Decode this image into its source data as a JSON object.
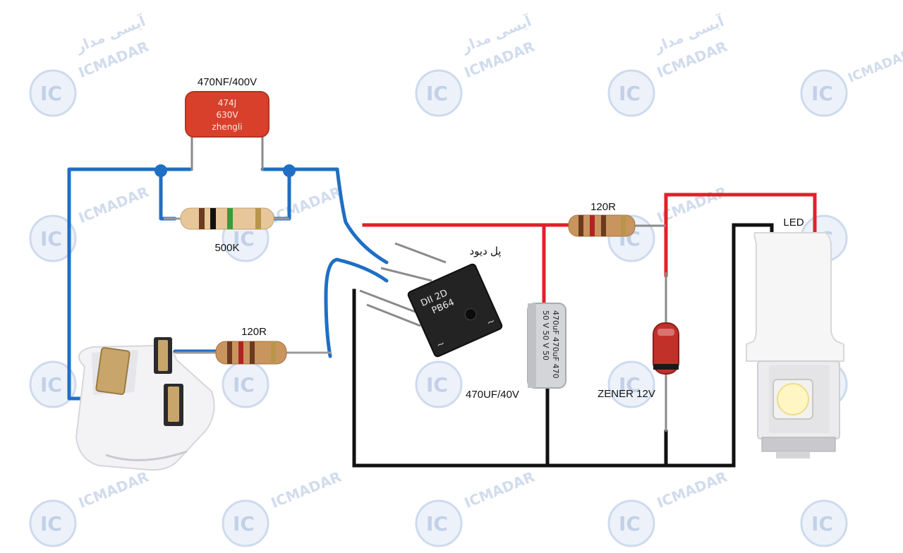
{
  "labels": {
    "capacitor_film": "470NF/400V",
    "resistor_500k": "500K",
    "resistor_120r_left": "120R",
    "bridge_fa": "پل دیود",
    "electrolytic": "470UF/40V",
    "resistor_120r_right": "120R",
    "zener": "ZENER 12V",
    "led": "LED"
  },
  "film_cap_marking": {
    "line1": "474J",
    "line2": "630V",
    "line3": "zhengli"
  },
  "bridge_marking": {
    "line1": "DII 2D",
    "line2": "PB64"
  },
  "electrolytic_marking": {
    "line1": "50 V  50 V  50",
    "line2": "470uF 470uF 470"
  },
  "watermark": {
    "brand": "ICMADAR",
    "fa": "آیسی مدار",
    "badge": "IC"
  },
  "wire_colors": {
    "blue": "#1f6fc4",
    "red": "#e2202a",
    "black": "#111111"
  }
}
